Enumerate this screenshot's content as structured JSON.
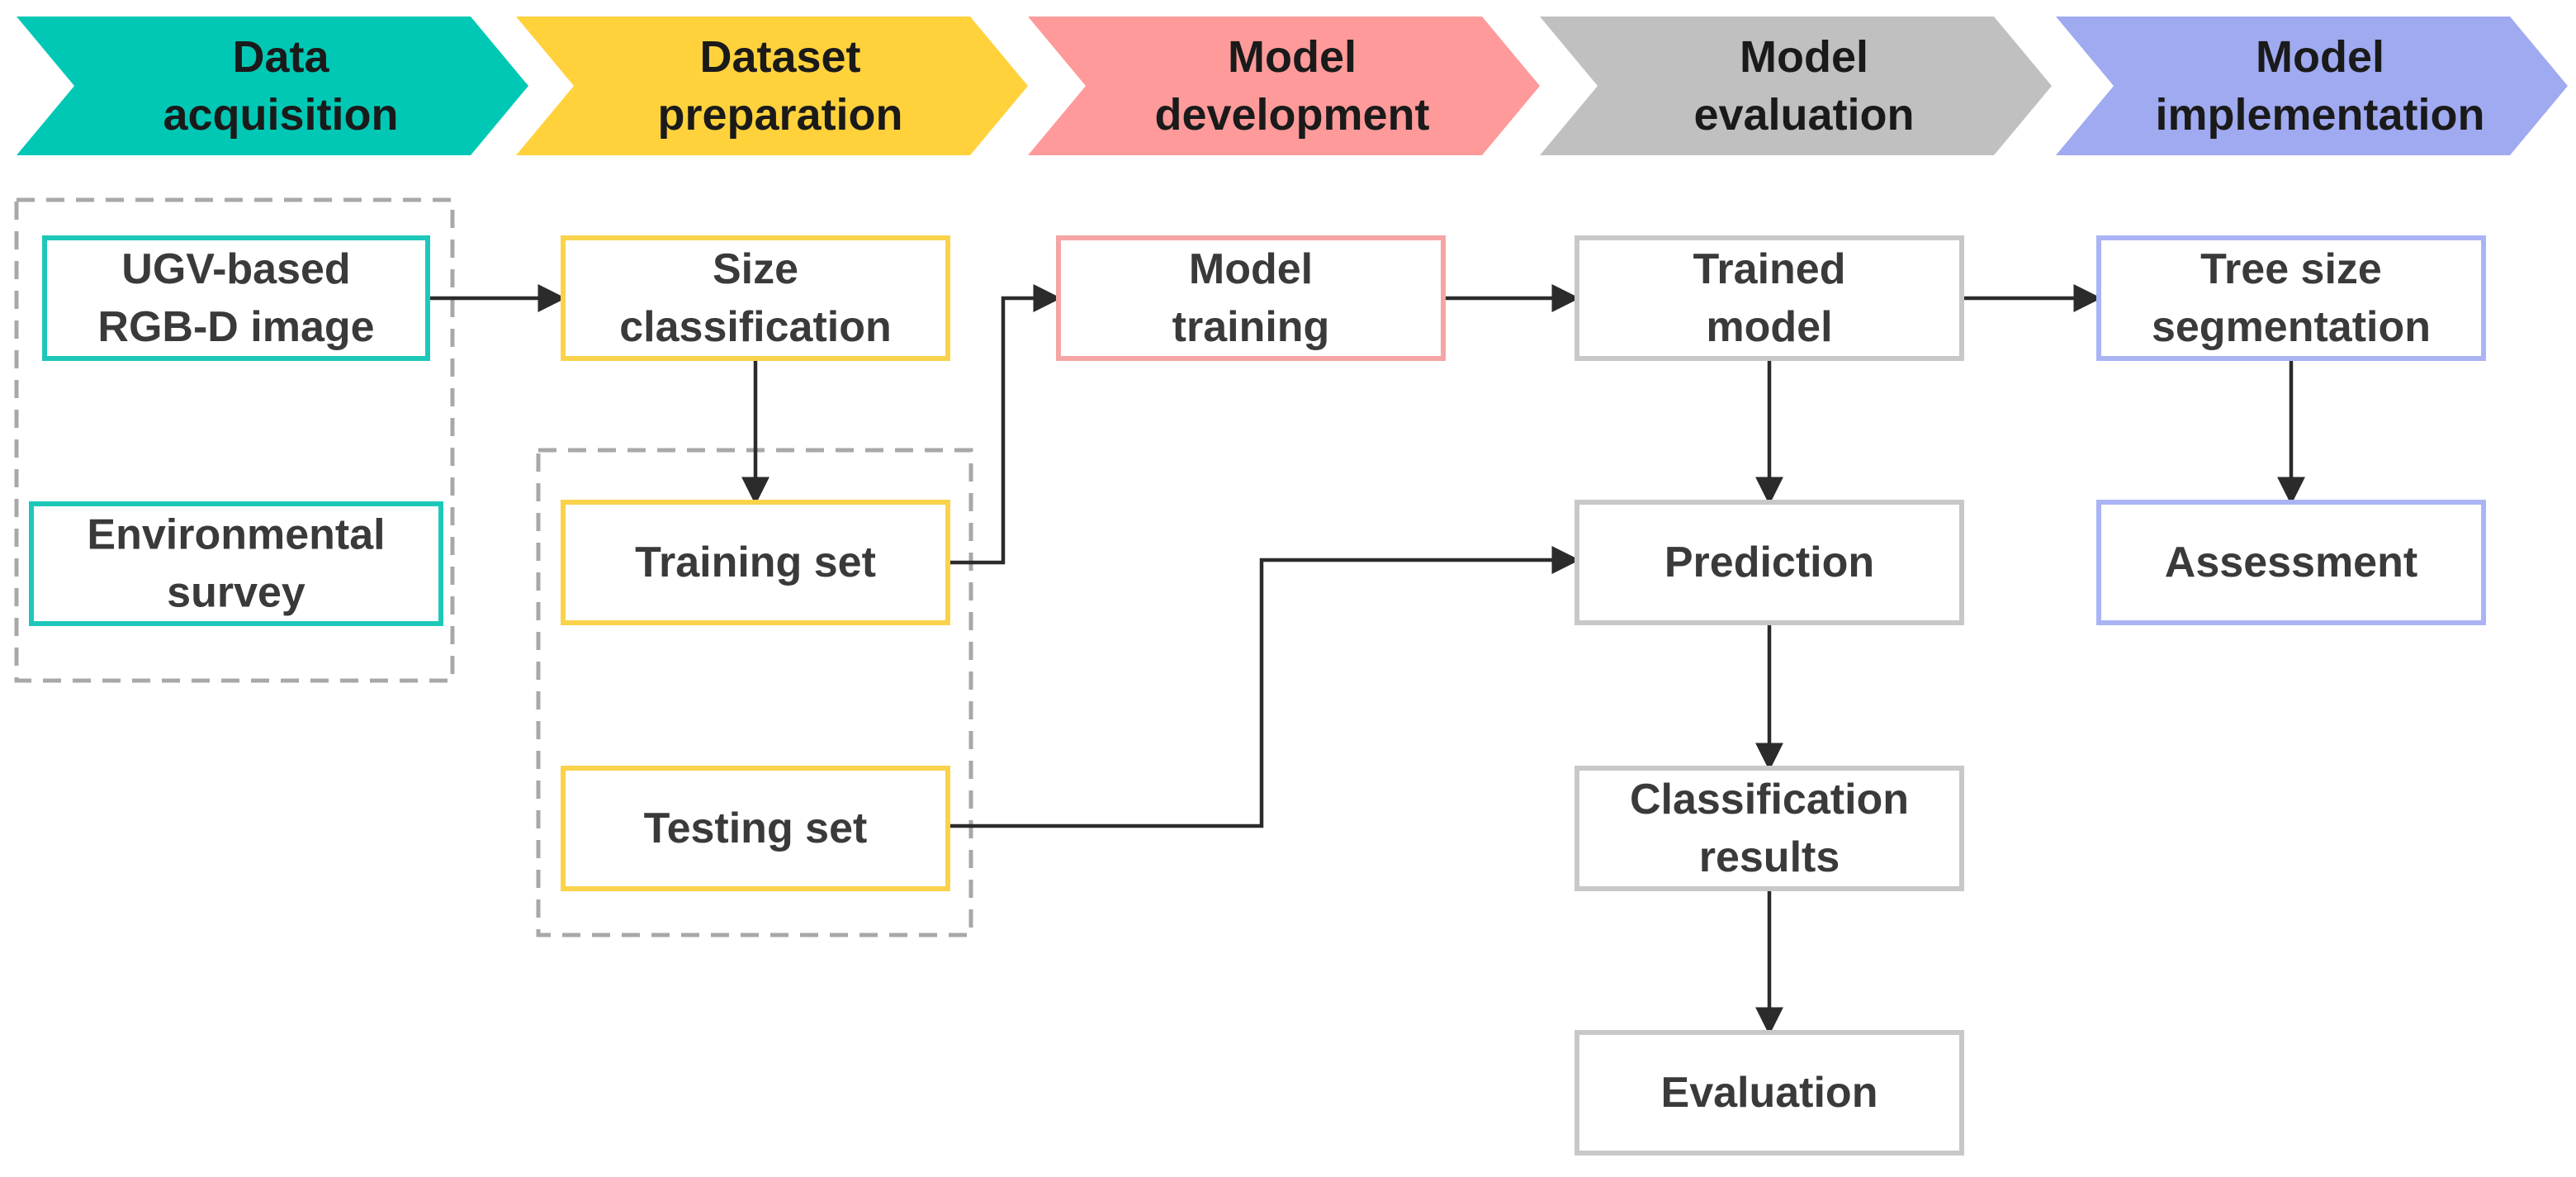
{
  "colors": {
    "acquisition": "#00c8b4",
    "preparation": "#ffd23c",
    "development": "#ff9a9a",
    "evaluation": "#c0c0c0",
    "implementation": "#a0aaf0",
    "acquisition_border": "#1ec8b9",
    "preparation_border": "#fad24b",
    "development_border": "#f5a5a5",
    "evaluation_border": "#c8c8c8",
    "implementation_border": "#aab4f5",
    "dashed": "#a8a8a8",
    "arrow": "#2b2b2b"
  },
  "stages": [
    {
      "id": "acquisition",
      "lines": [
        "Data",
        "acquisition"
      ]
    },
    {
      "id": "preparation",
      "lines": [
        "Dataset",
        "preparation"
      ]
    },
    {
      "id": "development",
      "lines": [
        "Model",
        "development"
      ]
    },
    {
      "id": "evaluation",
      "lines": [
        "Model",
        "evaluation"
      ]
    },
    {
      "id": "implementation",
      "lines": [
        "Model",
        "implementation"
      ]
    }
  ],
  "boxes": {
    "rgbd_image": {
      "stage": "acquisition",
      "lines": [
        "UGV-based",
        "RGB-D image"
      ]
    },
    "environmental_survey": {
      "stage": "acquisition",
      "lines": [
        "Environmental",
        "survey"
      ]
    },
    "size_classification": {
      "stage": "preparation",
      "lines": [
        "Size",
        "classification"
      ]
    },
    "training_set": {
      "stage": "preparation",
      "lines": [
        "Training set"
      ]
    },
    "testing_set": {
      "stage": "preparation",
      "lines": [
        "Testing set"
      ]
    },
    "model_training": {
      "stage": "development",
      "lines": [
        "Model",
        "training"
      ]
    },
    "trained_model": {
      "stage": "evaluation",
      "lines": [
        "Trained",
        "model"
      ]
    },
    "prediction": {
      "stage": "evaluation",
      "lines": [
        "Prediction"
      ]
    },
    "classification_results": {
      "stage": "evaluation",
      "lines": [
        "Classification",
        "results"
      ]
    },
    "evaluation": {
      "stage": "evaluation",
      "lines": [
        "Evaluation"
      ]
    },
    "tree_size_segmentation": {
      "stage": "implementation",
      "lines": [
        "Tree size",
        "segmentation"
      ]
    },
    "assessment": {
      "stage": "implementation",
      "lines": [
        "Assessment"
      ]
    }
  },
  "connections": [
    {
      "from": "rgbd_image",
      "to": "size_classification"
    },
    {
      "from": "size_classification",
      "to": "training_set"
    },
    {
      "from": "training_set",
      "to": "model_training"
    },
    {
      "from": "model_training",
      "to": "trained_model"
    },
    {
      "from": "trained_model",
      "to": "tree_size_segmentation"
    },
    {
      "from": "trained_model",
      "to": "prediction"
    },
    {
      "from": "testing_set",
      "to": "prediction"
    },
    {
      "from": "prediction",
      "to": "classification_results"
    },
    {
      "from": "classification_results",
      "to": "evaluation"
    },
    {
      "from": "tree_size_segmentation",
      "to": "assessment"
    }
  ]
}
